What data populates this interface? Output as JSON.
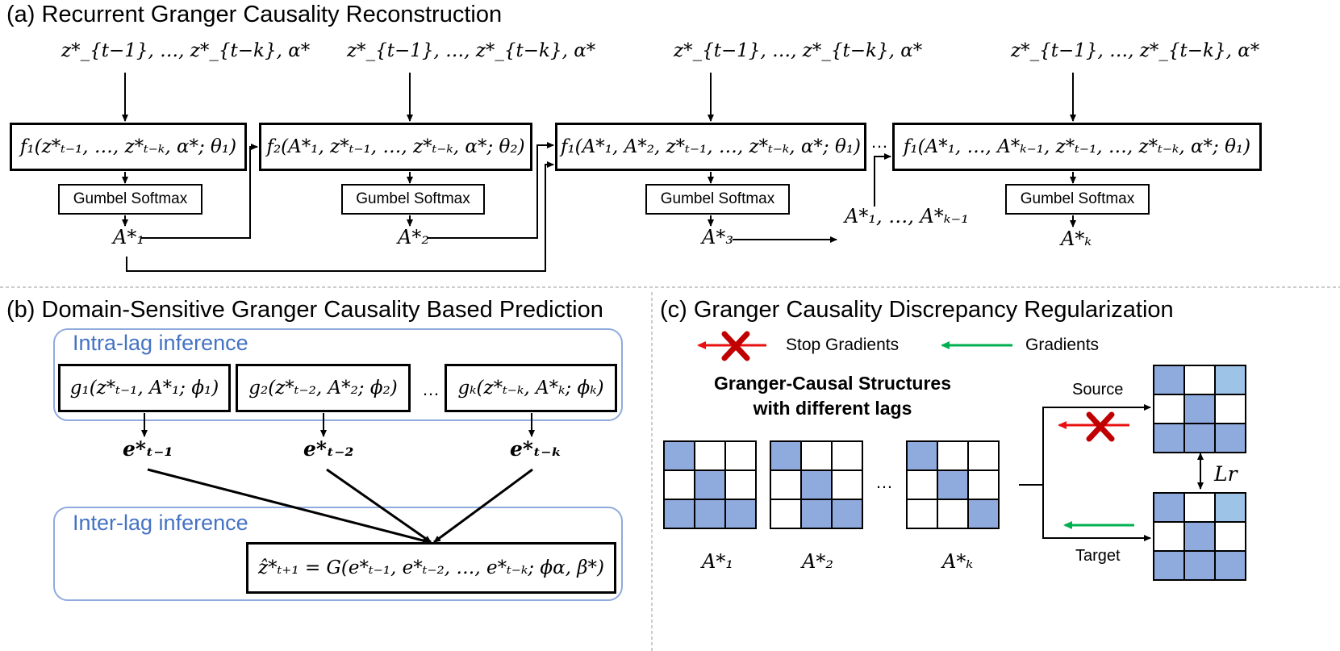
{
  "section_a": {
    "title": "(a) Recurrent Granger Causality Reconstruction",
    "inputs": [
      "z*_{t−1}, …, z*_{t−k}, α*",
      "z*_{t−1}, …, z*_{t−k}, α*",
      "z*_{t−1}, …, z*_{t−k}, α*",
      "z*_{t−1}, …, z*_{t−k}, α*"
    ],
    "f_boxes": [
      "f₁(z*ₜ₋₁, …, z*ₜ₋ₖ, α*; θ₁)",
      "f₂(A*₁, z*ₜ₋₁, …, z*ₜ₋ₖ, α*; θ₂)",
      "f₁(A*₁, A*₂, z*ₜ₋₁, …, z*ₜ₋ₖ, α*; θ₁)",
      "f₁(A*₁, …, A*ₖ₋₁, z*ₜ₋₁, …, z*ₜ₋ₖ, α*; θ₁)"
    ],
    "gumbel_label": "Gumbel Softmax",
    "outputs": [
      "A*₁",
      "A*₂",
      "A*₃",
      "A*ₖ"
    ],
    "intermediate": "A*₁, …, A*ₖ₋₁",
    "ellipsis": "…"
  },
  "section_b": {
    "title": "(b) Domain-Sensitive Granger Causality Based Prediction",
    "intra_label": "Intra-lag inference",
    "inter_label": "Inter-lag inference",
    "g_boxes": [
      "g₁(z*ₜ₋₁, A*₁; ϕ₁)",
      "g₂(z*ₜ₋₂, A*₂; ϕ₂)",
      "gₖ(z*ₜ₋ₖ, A*ₖ; ϕₖ)"
    ],
    "ellipsis": "…",
    "e_labels": [
      "e*ₜ₋₁",
      "e*ₜ₋₂",
      "e*ₜ₋ₖ"
    ],
    "G_box": "ẑ*ₜ₊₁ = G(e*ₜ₋₁, e*ₜ₋₂, …, e*ₜ₋ₖ; ϕα, β*)"
  },
  "section_c": {
    "title": "(c) Granger Causality Discrepancy Regularization",
    "stop_gradients": "Stop Gradients",
    "gradients": "Gradients",
    "structures_title": "Granger-Causal Structures\nwith different lags",
    "matrix_labels": [
      "A*₁",
      "A*₂",
      "A*ₖ"
    ],
    "ellipsis": "…",
    "source": "Source",
    "target": "Target",
    "loss": "Lr",
    "matrices": [
      [
        1,
        0,
        0,
        0,
        1,
        0,
        1,
        1,
        1
      ],
      [
        1,
        0,
        0,
        0,
        1,
        0,
        0,
        1,
        1
      ],
      [
        1,
        0,
        0,
        0,
        1,
        0,
        0,
        0,
        1
      ]
    ],
    "source_matrix": [
      1,
      0,
      2,
      0,
      1,
      0,
      1,
      1,
      1
    ],
    "target_matrix": [
      1,
      0,
      2,
      0,
      1,
      0,
      1,
      1,
      1
    ]
  },
  "colors": {
    "blue_cell": "#8faadc",
    "light_cell": "#9dc3e6",
    "blue_text": "#4472c4",
    "red": "#e81010",
    "green": "#00b050",
    "border_blue": "#8faadc"
  }
}
